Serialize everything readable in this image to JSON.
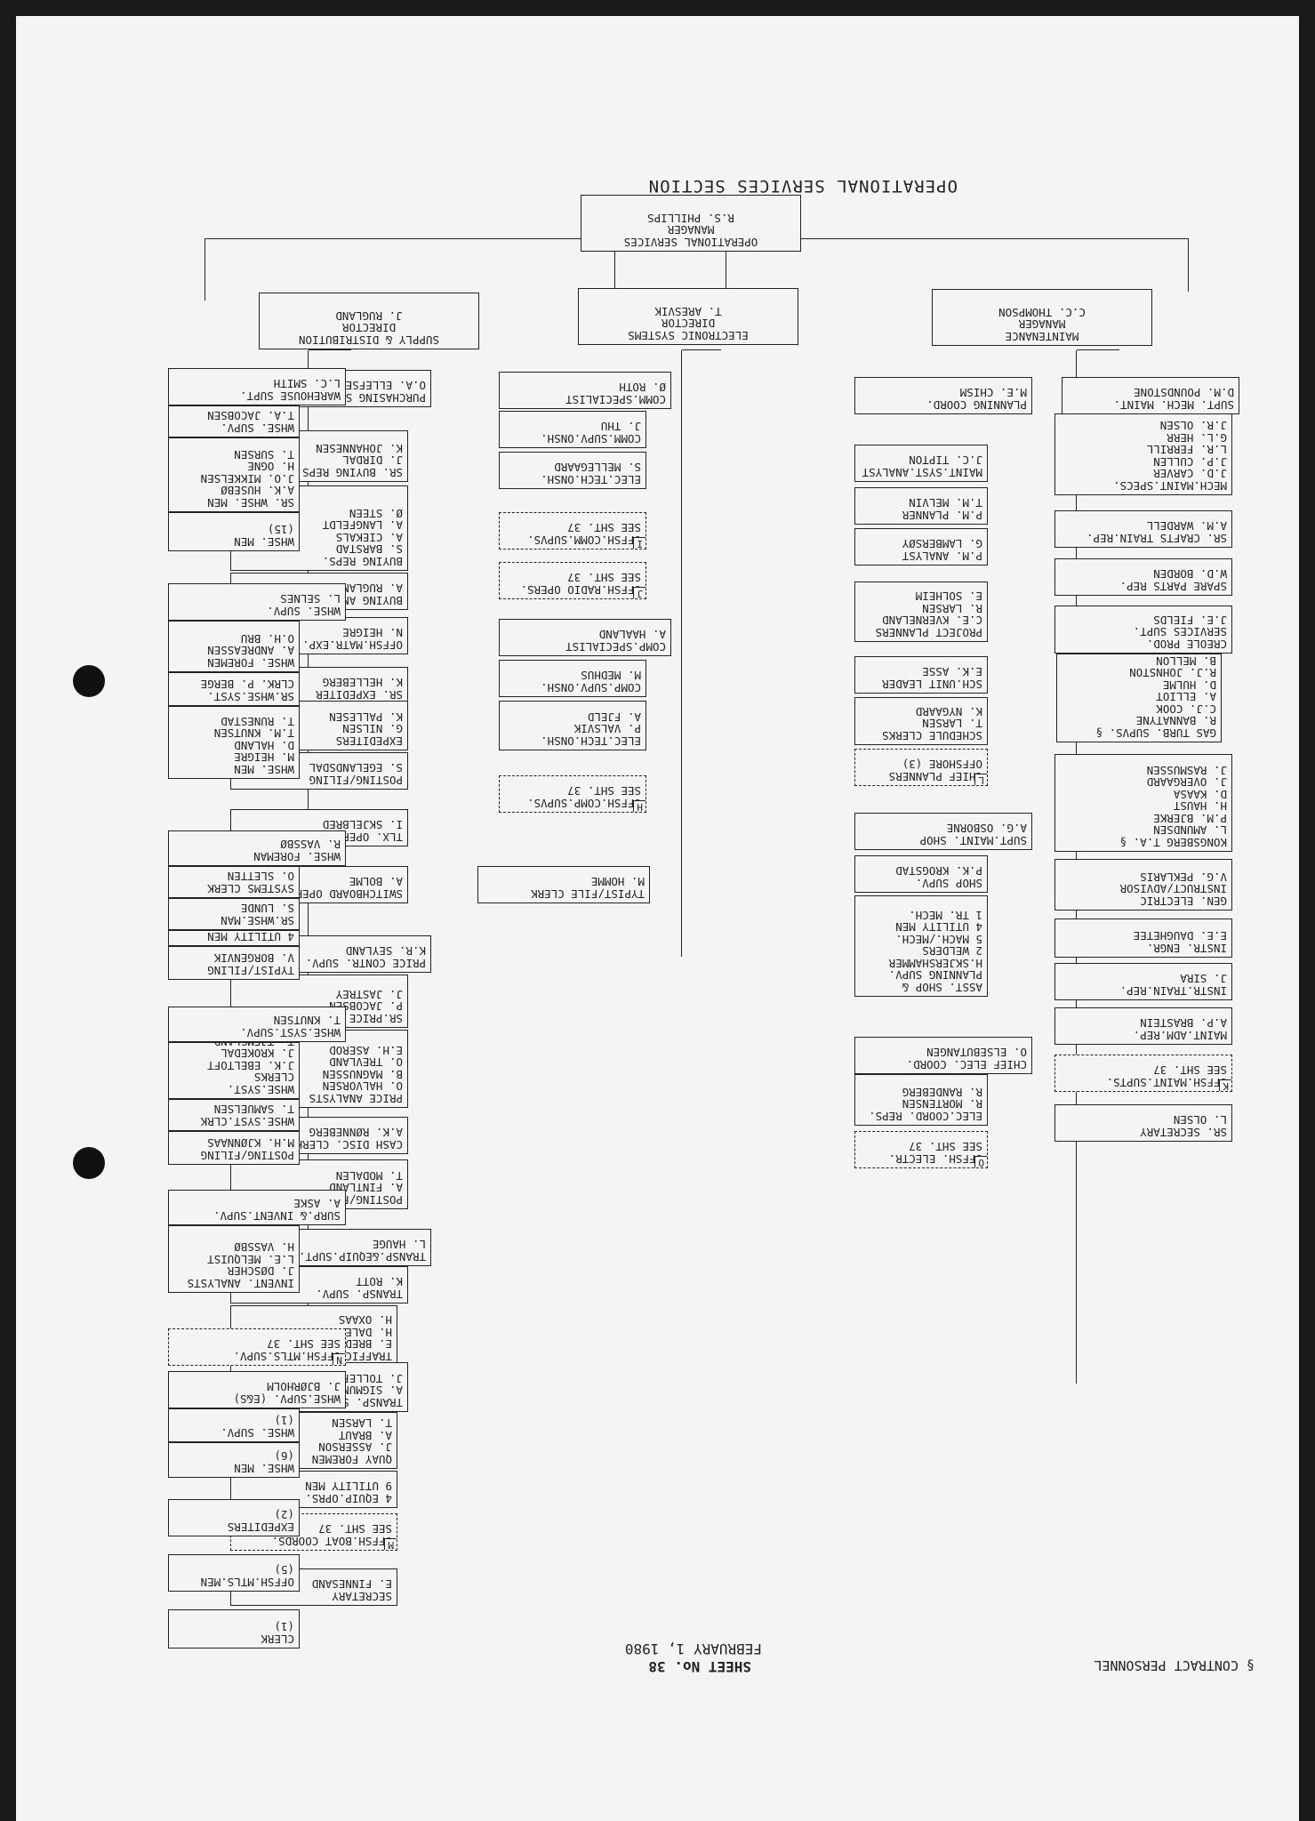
{
  "title": "OPERATIONAL SERVICES SECTION",
  "header": {
    "sheet": "SHEET No. 38",
    "date": "FEBRUARY 1, 1980",
    "note": "§ CONTRACT PERSONNEL"
  },
  "boxes": {
    "top_mgr": [
      "OPERATIONAL SERVICES",
      "MANAGER",
      "R.S. PHILLIPS"
    ],
    "maint_mgr": [
      "MAINTENANCE",
      "MANAGER",
      "C.C. THOMPSON"
    ],
    "elec_dir": [
      "ELECTRONIC SYSTEMS",
      "DIRECTOR",
      "T. ARESVIK"
    ],
    "supply_dir": [
      "SUPPLY & DISTRIBUTION",
      "DIRECTOR",
      "J. RUGLAND"
    ],
    "m1": [
      "SUPT. MECH. MAINT.",
      "D.M. POUNDSTONE"
    ],
    "m1b": [
      "MECH.MAINT.SPECS.",
      "J.D. CARVER",
      "J.P. CULLEN",
      "L.R. FERRILL",
      "G.L. HERR",
      "J.R. OLSEN"
    ],
    "m2": [
      "SR. CRAFTS TRAIN.REP.",
      "A.M. WARDELL"
    ],
    "m3": [
      "SPARE PARTS REP.",
      "W.D. BORDEN"
    ],
    "m4": [
      "CREOLE PROD.",
      "SERVICES SUPT.",
      "J.E. FIELDS"
    ],
    "m4b": [
      "GAS TURB. SUPVS. §",
      "R. BANNATYNE",
      "C.J. COOK",
      "A. ELLIOT",
      "D. HULME",
      "R.J. JOHNSTON",
      "B. MELLON"
    ],
    "m5": [
      "KONGSBERG T.A. §",
      "L. AMUNDSEN",
      "P.M. BJERKE",
      "H. HAUST",
      "D. KAASA",
      "J. OVERGAARD",
      "J. RASMUSSEN"
    ],
    "m6": [
      "GEN. ELECTRIC",
      "INSTRUCT/ADVISOR",
      "V.G. PEKLARIS"
    ],
    "m7": [
      "INSTR. ENGR.",
      "E.E. DAUGHETEE"
    ],
    "m8": [
      "INSTR.TRAIN.REP.",
      "J. SIRA"
    ],
    "m9": [
      "MAINT.ADM.REP.",
      "A.P. BRASTEIN"
    ],
    "m10": [
      "OFFSH.MAINT.SUPTS.",
      "SEE SHT. 37"
    ],
    "m10_tag": "K",
    "m11": [
      "SR. SECRETARY",
      "L. OLSEN"
    ],
    "p1": [
      "PLANNING COORD.",
      "M.E. CHISM"
    ],
    "p2": [
      "MAINT.SYST.ANALYST",
      "J.C. TIPTON"
    ],
    "p3": [
      "P.M. PLANNER",
      "T.M. MELVIN"
    ],
    "p4": [
      "P.M. ANALYST",
      "G. LAMBERSØY"
    ],
    "p5": [
      "PROJECT PLANNERS",
      "C.E. KVERNELAND",
      "R. LARSEN",
      "E. SOLHEIM"
    ],
    "p6": [
      "SCH.UNIT LEADER",
      "E.K. ASSE"
    ],
    "p7": [
      "SCHEDULE CLERKS",
      "T. LARSEN",
      "K. NYGAARD"
    ],
    "p8": [
      "CHIEF PLANNERS",
      "OFFSHORE (3)"
    ],
    "p8_tag": "L",
    "p9": [
      "SUPT.MAINT. SHOP",
      "A.G. OSBORNE"
    ],
    "p10": [
      "SHOP SUPV.",
      "P.K. KROGSTAD"
    ],
    "p11": [
      "ASST. SHOP &",
      "PLANNING SUPV.",
      "H.SKJERSHAMMER",
      "2 WELDERS",
      "5 MACH./MECH.",
      "4 UTILITY MEN",
      "1 TR. MECH."
    ],
    "p12": [
      "CHIEF ELEC. COORD.",
      "O. ELSEBUTANGEN"
    ],
    "p13": [
      "ELEC.COORD. REPS.",
      "R. MORTENSEN",
      "R. RANDEBERG"
    ],
    "p14": [
      "OFFSH. ELECTR.",
      "SEE SHT. 37"
    ],
    "p14_tag": "O",
    "e1": [
      "COMM.SPECIALIST",
      "Ø. ROTH"
    ],
    "e2": [
      "COMM.SUPV.ONSH.",
      "J. THU"
    ],
    "e3": [
      "ELEC.TECH.ONSH.",
      "S. MELLEGAARD"
    ],
    "e4": [
      "OFFSH.COMM.SUPVS.",
      "SEE SHT. 37"
    ],
    "e4_tag": "I",
    "e5": [
      "OFFSH.RADIO OPERS.",
      "SEE SHT. 37"
    ],
    "e5_tag": "J",
    "e6": [
      "COMP.SPECIALIST",
      "A. HAALAND"
    ],
    "e7": [
      "COMP.SUPV.ONSH.",
      "M. MEDHUS"
    ],
    "e8": [
      "ELEC.TECH.ONSH.",
      "P. VALSVIK",
      "A. FJELD"
    ],
    "e9": [
      "OFFSH.COMP.SUPVS.",
      "SEE SHT. 37"
    ],
    "e9_tag": "H",
    "e10": [
      "TYPIST/FILE CLERK",
      "M. HOMME"
    ],
    "s1": [
      "PURCHASING SUPV.",
      "O.A. ELLEFSEN"
    ],
    "s2": [
      "SR. BUYING REPS.",
      "J. DIRDAL",
      "K. JOHANNESEN"
    ],
    "s3": [
      "BUYING REPS.",
      "S. BARSTAD",
      "A. CIEKALS",
      "A. LANGFELDT",
      "Ø. STEEN"
    ],
    "s4": [
      "BUYING ANALYST",
      "A. RUGLAND"
    ],
    "s5": [
      "OFFSH.MATR.EXP.",
      "N. HEIGRE"
    ],
    "s6": [
      "SR. EXPEDITER",
      "K. HELLEBERG"
    ],
    "s7": [
      "EXPEDITERS",
      "G. NILSEN",
      "K. PALLESEN"
    ],
    "s8": [
      "POSTING/FILING",
      "S. EGELANDSDAL"
    ],
    "s9": [
      "TLX. OPERATOR",
      "I. SKJELBRED"
    ],
    "s10": [
      "SWITCHBOARD OPER.",
      "A. BOLME"
    ],
    "s11": [
      "PRICE CONTR. SUPV.",
      "K.R. SEYLAND"
    ],
    "s12": [
      "SR.PRICE ANALYSTS",
      "P. JACOBSEN",
      "J. JASTREY"
    ],
    "s13": [
      "PRICE ANALYSTS",
      "O. HALVORSEN",
      "B. MAGNUSSEN",
      "O. TREVLAND",
      "E.H. ASEROD"
    ],
    "s14": [
      "CASH DISC. CLERKS",
      "A.K. RØNNEBERG"
    ],
    "s15": [
      "POSTING/FILING",
      "A. FINTLAND",
      "T. MODALEN"
    ],
    "s16": [
      "TRANSP.&EQUIP.SUPT.",
      "L. HAUGE"
    ],
    "s17": [
      "TRANSP. SUPV.",
      "K. ROTT"
    ],
    "s18": [
      "TRAFFIC ASSTS.",
      "E. BREDAL",
      "H. DALEN",
      "H. OXAAS"
    ],
    "s19": [
      "TRANSP. SUPVS.",
      "A. SIGMUNDSEN",
      "J. TOLLEFSEN"
    ],
    "s20": [
      "QUAY FOREMEN",
      "J. ASSERSON",
      "A. BRAUT",
      "T. LARSEN"
    ],
    "s21": [
      "4 EQUIP.OPRS.",
      "9 UTILITY MEN"
    ],
    "s22": [
      "OFFSH.BOAT COORDS.",
      "SEE SHT. 37"
    ],
    "s22_tag": "M",
    "s23": [
      "SECRETARY",
      "E. FINNESAND"
    ],
    "w1": [
      "WAREHOUSE SUPT.",
      "L.C. SMITH"
    ],
    "w2": [
      "WHSE. SUPV.",
      "T.A. JACOBSEN"
    ],
    "w3": [
      "SR. WHSE. MEN",
      "A.K. HUSEBØ",
      "J.O. MIKKELSEN",
      "H. OGNE",
      "T. SURSEN"
    ],
    "w4": [
      "WHSE. MEN",
      "(15)"
    ],
    "w5": [
      "WHSE. SUPV.",
      "L. SELNES"
    ],
    "w6": [
      "WHSE. FOREMEN",
      "A. ANDREASSEN",
      "O.H. BRU"
    ],
    "w7": [
      "SR.WHSE.SYST.",
      "CLRK. P. BERGE"
    ],
    "w8": [
      "WHSE. MEN",
      "M. HEIGRE",
      "D. HALAND",
      "T.M. KNUTSEN",
      "T. RUNESTAD"
    ],
    "w9": [
      "WHSE. FOREMAN",
      "R. VASSBØ"
    ],
    "w10": [
      "SYSTEMS CLERK",
      "O. SLETTEN"
    ],
    "w11": [
      "SR.WHSE.MAN",
      "S. LUNDE"
    ],
    "w12": [
      "4 UTILITY MEN"
    ],
    "w13": [
      "TYPIST/FILING",
      "V. BORGENVIK"
    ],
    "w14": [
      "WHSE.SYST.SUPV.",
      "T. KNUTSEN"
    ],
    "w15": [
      "WHSE.SYST.",
      "CLERKS",
      "J.K. EBELTOFT",
      "J. KROKEDAL",
      "T. TJEMSLAND"
    ],
    "w16": [
      "WHSE.SYST.CLRK",
      "T. SAMUELSEN"
    ],
    "w17": [
      "POSTING/FILING",
      "M.H. KJØNNAAS"
    ],
    "w18": [
      "SURP.& INVENT.SUPV.",
      "A. ASKE"
    ],
    "w19": [
      "INVENT. ANALYSTS",
      "J. DØSCHER",
      "L.E. MELQUIST",
      "H. VASSBØ"
    ],
    "w20": [
      "OFFSH.MTLS.SUPV.",
      "SEE SHT. 37"
    ],
    "w20_tag": "N",
    "w21": [
      "WHSE.SUPV. (E&S)",
      "J. BJØRHOLM"
    ],
    "w22": [
      "WHSE. SUPV.",
      "(1)"
    ],
    "w23": [
      "WHSE. MEN",
      "(6)"
    ],
    "w24": [
      "EXPEDITERS",
      "(2)"
    ],
    "w25": [
      "OFFSH.MTLS.MEN",
      "(5)"
    ],
    "w26": [
      "CLERK",
      "(1)"
    ]
  }
}
